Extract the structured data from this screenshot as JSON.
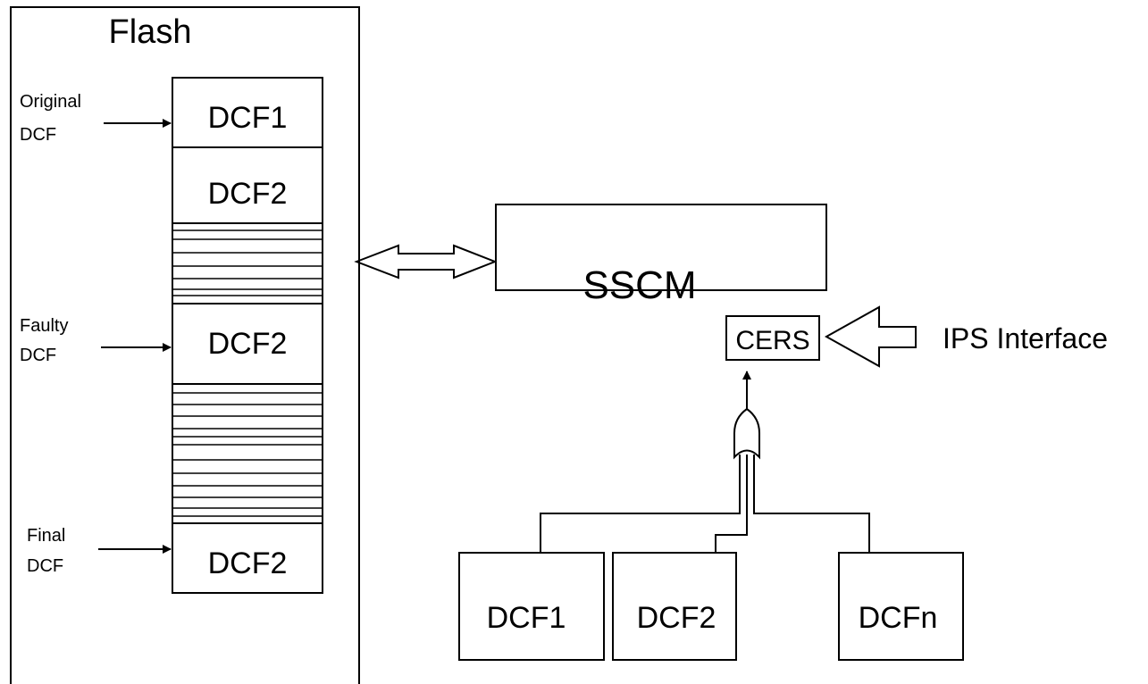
{
  "flash": {
    "title": "Flash",
    "blocks": [
      "DCF1",
      "DCF2",
      "DCF2",
      "DCF2"
    ],
    "pointers": [
      {
        "line1": "Original",
        "line2": "DCF"
      },
      {
        "line1": "Faulty",
        "line2": "DCF"
      },
      {
        "line1": "Final",
        "line2": "DCF"
      }
    ]
  },
  "sscm": {
    "label": "SSCM",
    "register": "CERS"
  },
  "ips": {
    "label": "IPS Interface"
  },
  "sources": [
    "DCF1",
    "DCF2",
    "DCFn"
  ],
  "colors": {
    "line": "#000000",
    "fill": "#ffffff"
  }
}
